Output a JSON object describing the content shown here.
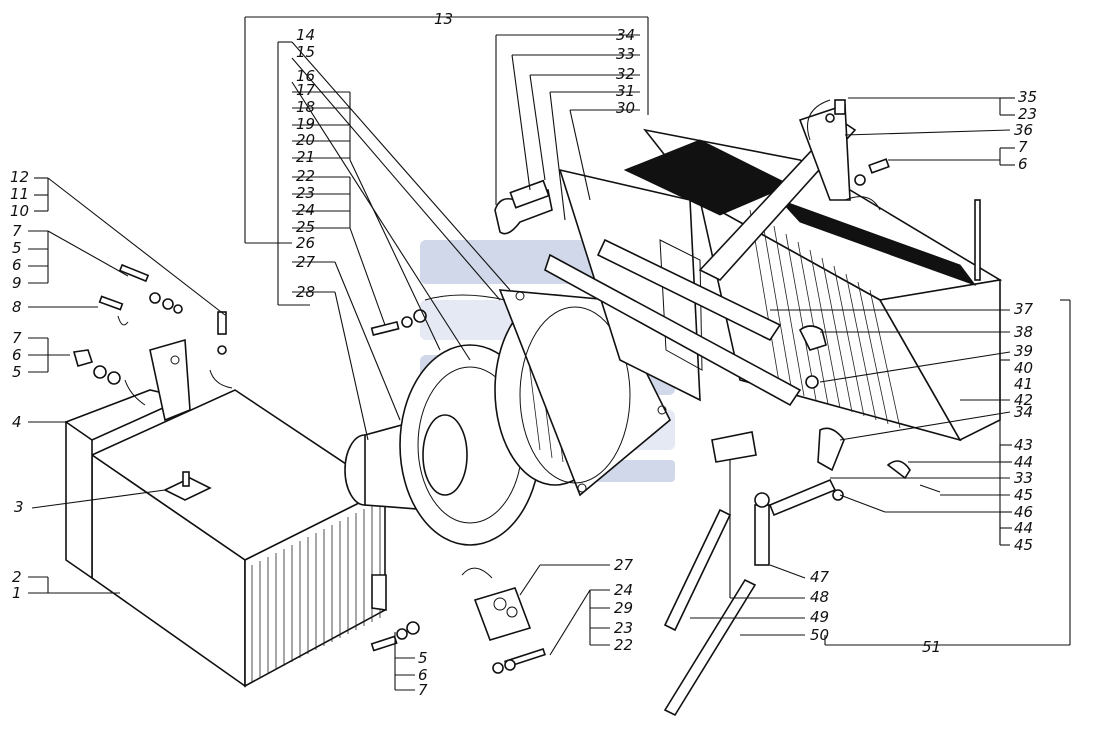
{
  "diagram": {
    "callouts": [
      {
        "id": "c12",
        "text": "12"
      },
      {
        "id": "c11",
        "text": "11"
      },
      {
        "id": "c10",
        "text": "10"
      },
      {
        "id": "c7a",
        "text": "7"
      },
      {
        "id": "c5a",
        "text": "5"
      },
      {
        "id": "c6a",
        "text": "6"
      },
      {
        "id": "c9",
        "text": "9"
      },
      {
        "id": "c8",
        "text": "8"
      },
      {
        "id": "c7b",
        "text": "7"
      },
      {
        "id": "c6b",
        "text": "6"
      },
      {
        "id": "c5b",
        "text": "5"
      },
      {
        "id": "c4",
        "text": "4"
      },
      {
        "id": "c3",
        "text": "3"
      },
      {
        "id": "c2",
        "text": "2"
      },
      {
        "id": "c1",
        "text": "1"
      },
      {
        "id": "c13",
        "text": "13"
      },
      {
        "id": "c14",
        "text": "14"
      },
      {
        "id": "c15",
        "text": "15"
      },
      {
        "id": "c16",
        "text": "16"
      },
      {
        "id": "c17",
        "text": "17"
      },
      {
        "id": "c18",
        "text": "18"
      },
      {
        "id": "c19",
        "text": "19"
      },
      {
        "id": "c20",
        "text": "20"
      },
      {
        "id": "c21",
        "text": "21"
      },
      {
        "id": "c22",
        "text": "22"
      },
      {
        "id": "c23a",
        "text": "23"
      },
      {
        "id": "c24",
        "text": "24"
      },
      {
        "id": "c25",
        "text": "25"
      },
      {
        "id": "c26",
        "text": "26"
      },
      {
        "id": "c27a",
        "text": "27"
      },
      {
        "id": "c28",
        "text": "28"
      },
      {
        "id": "c34a",
        "text": "34"
      },
      {
        "id": "c33a",
        "text": "33"
      },
      {
        "id": "c32",
        "text": "32"
      },
      {
        "id": "c31",
        "text": "31"
      },
      {
        "id": "c30",
        "text": "30"
      },
      {
        "id": "c35",
        "text": "35"
      },
      {
        "id": "c23b",
        "text": "23"
      },
      {
        "id": "c36",
        "text": "36"
      },
      {
        "id": "c7c",
        "text": "7"
      },
      {
        "id": "c6c",
        "text": "6"
      },
      {
        "id": "c37",
        "text": "37"
      },
      {
        "id": "c38",
        "text": "38"
      },
      {
        "id": "c39",
        "text": "39"
      },
      {
        "id": "c40",
        "text": "40"
      },
      {
        "id": "c41",
        "text": "41"
      },
      {
        "id": "c42",
        "text": "42"
      },
      {
        "id": "c34b",
        "text": "34"
      },
      {
        "id": "c43",
        "text": "43"
      },
      {
        "id": "c44a",
        "text": "44"
      },
      {
        "id": "c33b",
        "text": "33"
      },
      {
        "id": "c45a",
        "text": "45"
      },
      {
        "id": "c46",
        "text": "46"
      },
      {
        "id": "c44b",
        "text": "44"
      },
      {
        "id": "c45b",
        "text": "45"
      },
      {
        "id": "c47",
        "text": "47"
      },
      {
        "id": "c48",
        "text": "48"
      },
      {
        "id": "c49",
        "text": "49"
      },
      {
        "id": "c50",
        "text": "50"
      },
      {
        "id": "c51",
        "text": "51"
      },
      {
        "id": "c27b",
        "text": "27"
      },
      {
        "id": "c24b",
        "text": "24"
      },
      {
        "id": "c29",
        "text": "29"
      },
      {
        "id": "c23c",
        "text": "23"
      },
      {
        "id": "c22b",
        "text": "22"
      },
      {
        "id": "c5c",
        "text": "5"
      },
      {
        "id": "c6d",
        "text": "6"
      },
      {
        "id": "c7d",
        "text": "7"
      }
    ]
  }
}
